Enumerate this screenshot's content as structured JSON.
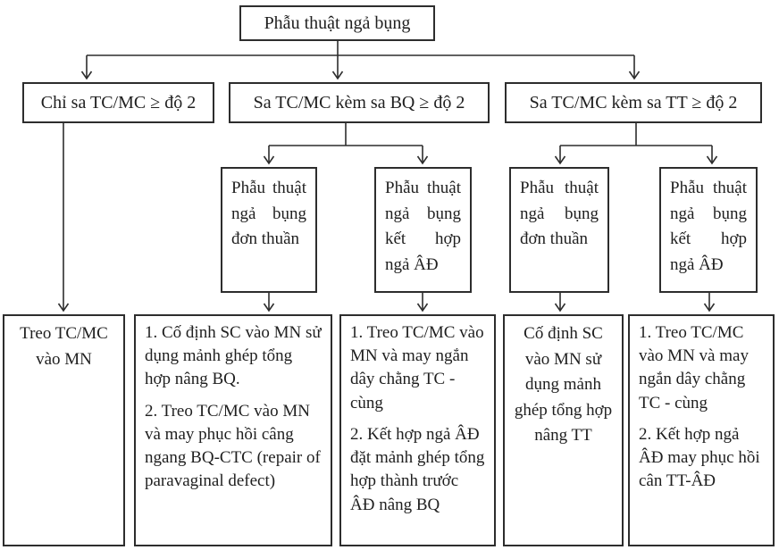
{
  "palette": {
    "ink": "#1f1f1f",
    "line": "#2d2d2d",
    "background": "#ffffff"
  },
  "diagram": {
    "root": {
      "label": "Phẫu thuật ngả bụng"
    },
    "level2": [
      {
        "label": "Chỉ sa TC/MC ≥ độ 2"
      },
      {
        "label": "Sa TC/MC kèm sa BQ ≥ độ 2"
      },
      {
        "label": "Sa TC/MC kèm sa TT ≥ độ 2"
      }
    ],
    "level3": [
      {
        "label": "Phẫu thuật ngả bụng đơn thuần"
      },
      {
        "label": "Phẫu thuật ngả bụng kết hợp ngả ÂĐ"
      },
      {
        "label": "Phẫu thuật ngả bụng đơn thuần"
      },
      {
        "label": "Phẫu thuật ngả bụng kết hợp ngả ÂĐ"
      }
    ],
    "level4": [
      {
        "paragraphs": [
          "Treo TC/MC vào MN"
        ]
      },
      {
        "paragraphs": [
          "1. Cố định SC vào MN sử dụng mảnh ghép tổng hợp nâng BQ.",
          "2. Treo TC/MC vào MN và may phục hồi câng ngang BQ-CTC (repair of paravaginal defect)"
        ]
      },
      {
        "paragraphs": [
          "1. Treo TC/MC vào MN và may ngắn dây chằng TC - cùng",
          "2. Kết hợp ngả ÂĐ đặt mảnh ghép tổng hợp thành trước ÂĐ nâng BQ"
        ]
      },
      {
        "paragraphs": [
          "Cố định SC vào MN sử dụng mảnh ghép tổng hợp nâng TT"
        ]
      },
      {
        "paragraphs": [
          "1. Treo TC/MC vào MN và may ngắn dây chằng TC - cùng",
          "2. Kết hợp ngả ÂĐ may phục hồi cân TT-ÂĐ"
        ]
      }
    ]
  }
}
